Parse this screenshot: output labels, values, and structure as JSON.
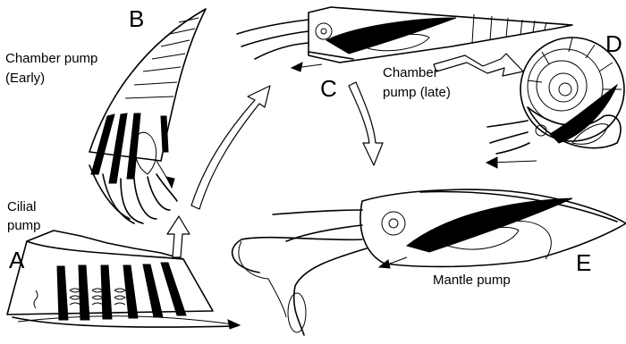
{
  "labels": {
    "A": "A",
    "B": "B",
    "C": "C",
    "D": "D",
    "E": "E"
  },
  "captions": {
    "cilial_pump_1": "Cilial",
    "cilial_pump_2": "pump",
    "chamber_early_1": "Chamber pump",
    "chamber_early_2": "(Early)",
    "chamber_late_1": "Chamber",
    "chamber_late_2": "pump (late)",
    "mantle_pump": "Mantle pump"
  },
  "colors": {
    "ink": "#000000",
    "paper": "#ffffff"
  }
}
